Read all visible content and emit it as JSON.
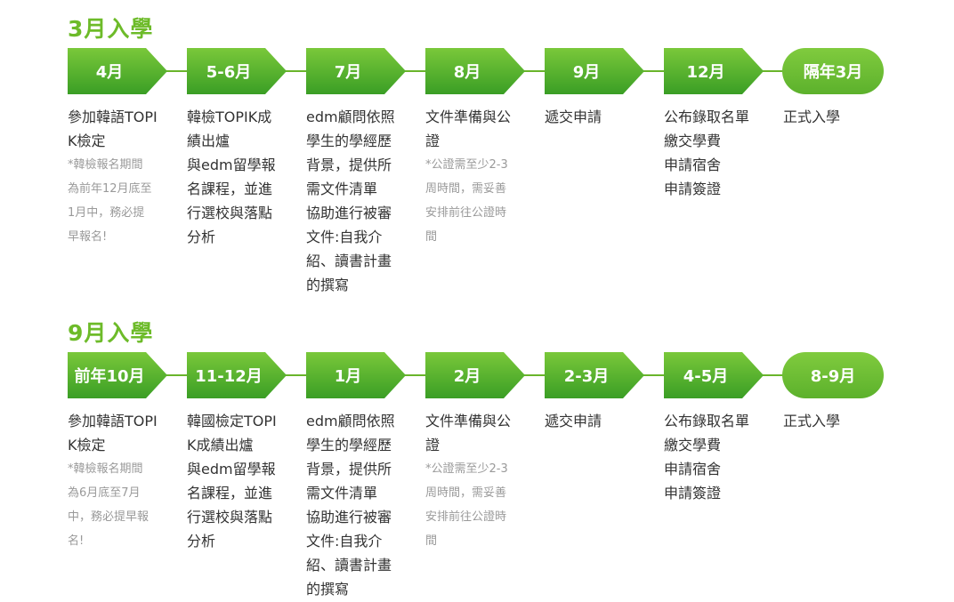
{
  "sections": [
    {
      "title": "3月入學",
      "steps": [
        "4月",
        "5-6月",
        "7月",
        "8月",
        "9月",
        "12月",
        "隔年3月"
      ],
      "cols": [
        {
          "lines": [
            "參加韓語TOPI",
            "K檢定"
          ],
          "notes": [
            "*韓檢報名期間",
            "為前年12月底至",
            "1月中，務必提",
            "早報名!"
          ]
        },
        {
          "lines": [
            "韓檢TOPIK成",
            "績出爐",
            "與edm留學報",
            "名課程，並進",
            "行選校與落點",
            "分析"
          ],
          "notes": []
        },
        {
          "lines": [
            "edm顧問依照",
            "學生的學經歷",
            "背景，提供所",
            "需文件清單",
            "協助進行被審",
            "文件:自我介",
            "紹、讀書計畫",
            "的撰寫"
          ],
          "notes": []
        },
        {
          "lines": [
            "文件準備與公",
            "證"
          ],
          "notes": [
            "*公證需至少2-3",
            "周時間，需妥善",
            "安排前往公證時",
            "間"
          ]
        },
        {
          "lines": [
            "遞交申請"
          ],
          "notes": []
        },
        {
          "lines": [
            "公布錄取名單",
            "繳交學費",
            "申請宿舍",
            "申請簽證"
          ],
          "notes": []
        },
        {
          "lines": [
            "正式入學"
          ],
          "notes": []
        }
      ]
    },
    {
      "title": "9月入學",
      "steps": [
        "前年10月",
        "11-12月",
        "1月",
        "2月",
        "2-3月",
        "4-5月",
        "8-9月"
      ],
      "cols": [
        {
          "lines": [
            "參加韓語TOPI",
            "K檢定"
          ],
          "notes": [
            "*韓檢報名期間",
            "為6月底至7月",
            "中，務必提早報",
            "名!"
          ]
        },
        {
          "lines": [
            "韓國檢定TOPI",
            "K成績出爐",
            "與edm留學報",
            "名課程，並進",
            "行選校與落點",
            "分析"
          ],
          "notes": []
        },
        {
          "lines": [
            "edm顧問依照",
            "學生的學經歷",
            "背景，提供所",
            "需文件清單",
            "協助進行被審",
            "文件:自我介",
            "紹、讀書計畫",
            "的撰寫"
          ],
          "notes": []
        },
        {
          "lines": [
            "文件準備與公",
            "證"
          ],
          "notes": [
            "*公證需至少2-3",
            "周時間，需妥善",
            "安排前往公證時",
            "間"
          ]
        },
        {
          "lines": [
            "遞交申請"
          ],
          "notes": []
        },
        {
          "lines": [
            "公布錄取名單",
            "繳交學費",
            "申請宿舍",
            "申請簽證"
          ],
          "notes": []
        },
        {
          "lines": [
            "正式入學"
          ],
          "notes": []
        }
      ]
    }
  ]
}
